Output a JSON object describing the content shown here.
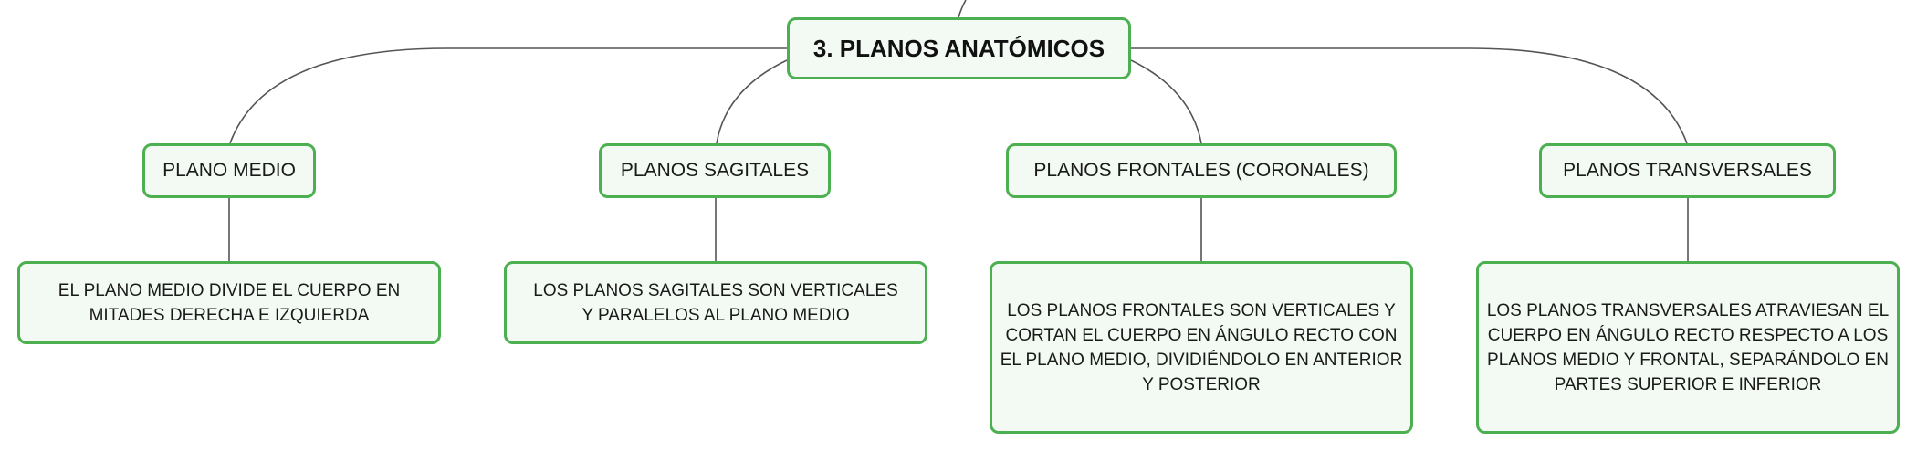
{
  "colors": {
    "node_border": "#4caf50",
    "node_fill": "#f2faf3",
    "connector": "#555555",
    "text": "#1a1a1a"
  },
  "diagram": {
    "root": {
      "label": "3. PLANOS ANATÓMICOS"
    },
    "branches": [
      {
        "label": "PLANO MEDIO",
        "description": "EL PLANO MEDIO DIVIDE EL CUERPO EN MITADES DERECHA E IZQUIERDA"
      },
      {
        "label": "PLANOS SAGITALES",
        "description": "LOS PLANOS SAGITALES SON VERTICALES Y PARALELOS AL PLANO MEDIO"
      },
      {
        "label": "PLANOS FRONTALES (CORONALES)",
        "description": "LOS PLANOS FRONTALES SON VERTICALES Y CORTAN EL CUERPO EN ÁNGULO RECTO CON EL PLANO MEDIO, DIVIDIÉNDOLO EN ANTERIOR Y POSTERIOR"
      },
      {
        "label": "PLANOS TRANSVERSALES",
        "description": "LOS PLANOS TRANSVERSALES ATRAVIESAN EL CUERPO EN ÁNGULO RECTO RESPECTO A LOS PLANOS MEDIO Y FRONTAL, SEPARÁNDOLO EN PARTES SUPERIOR E INFERIOR"
      }
    ]
  }
}
